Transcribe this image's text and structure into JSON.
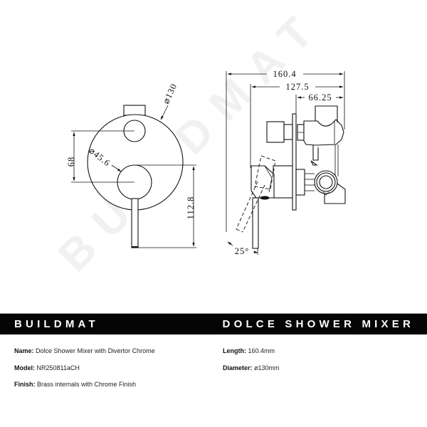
{
  "drawing": {
    "front_view": {
      "dimensions": {
        "outer_diameter": "⌀130",
        "knob_diameter": "⌀45.6",
        "knob_spacing": "68",
        "lever_drop": "112.8"
      }
    },
    "side_view": {
      "dimensions": {
        "overall_length": "160.4",
        "body_length": "127.5",
        "rear_depth": "66.25",
        "lever_angle": "25°"
      }
    },
    "watermark": "BUILDMAT"
  },
  "header": {
    "brand": "BUILDMAT",
    "product_title": "DOLCE SHOWER MIXER",
    "background_color": "#050505",
    "text_color": "#ffffff"
  },
  "specs": {
    "left": [
      {
        "label": "Name:",
        "value": "Dolce Shower Mixer with Divertor Chrome"
      },
      {
        "label": "Model:",
        "value": "NR250811aCH"
      },
      {
        "label": "Finish:",
        "value": "Brass internals with Chrome Finish"
      }
    ],
    "right": [
      {
        "label": "Length:",
        "value": "160.4mm"
      },
      {
        "label": "Diameter:",
        "value": "ø130mm"
      }
    ]
  }
}
